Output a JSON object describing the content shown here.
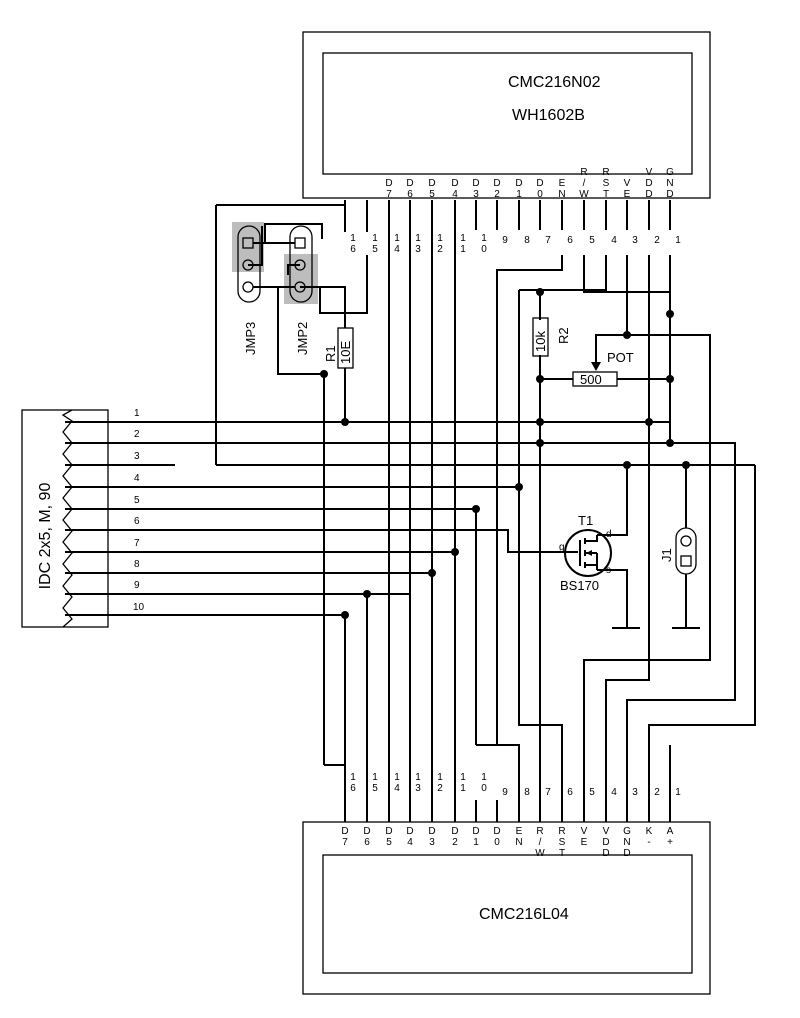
{
  "lcd_top": {
    "line1": "CMC216N02",
    "line2": "WH1602B",
    "signals": [
      "D7",
      "D6",
      "D5",
      "D4",
      "D3",
      "D2",
      "D1",
      "D0",
      "EN",
      "R/W",
      "RST",
      "VE",
      "VDD",
      "GND"
    ],
    "pins": [
      "16",
      "15",
      "14",
      "13",
      "12",
      "11",
      "10",
      "9",
      "8",
      "7",
      "6",
      "5",
      "4",
      "3",
      "2",
      "1"
    ]
  },
  "lcd_bottom": {
    "name": "CMC216L04",
    "signals": [
      "D7",
      "D6",
      "D5",
      "D4",
      "D3",
      "D2",
      "D1",
      "D0",
      "EN",
      "R/W",
      "RST",
      "VE",
      "VDD",
      "GND",
      "K-",
      "A+"
    ],
    "pins": [
      "16",
      "15",
      "14",
      "13",
      "12",
      "11",
      "10",
      "9",
      "8",
      "7",
      "6",
      "5",
      "4",
      "3",
      "2",
      "1"
    ]
  },
  "connector": {
    "name": "IDC 2x5, M, 90",
    "pins": [
      "1",
      "2",
      "3",
      "4",
      "5",
      "6",
      "7",
      "8",
      "9",
      "10"
    ]
  },
  "components": {
    "jmp3": "JMP3",
    "jmp2": "JMP2",
    "r1_ref": "R1",
    "r1_value": "10E",
    "r2_ref": "R2",
    "r2_value": "10k",
    "pot_ref": "POT",
    "pot_value": "500",
    "t1_ref": "T1",
    "t1_part": "BS170",
    "t1_gate": "g",
    "t1_drain": "d",
    "t1_source": "s",
    "j1": "J1"
  }
}
